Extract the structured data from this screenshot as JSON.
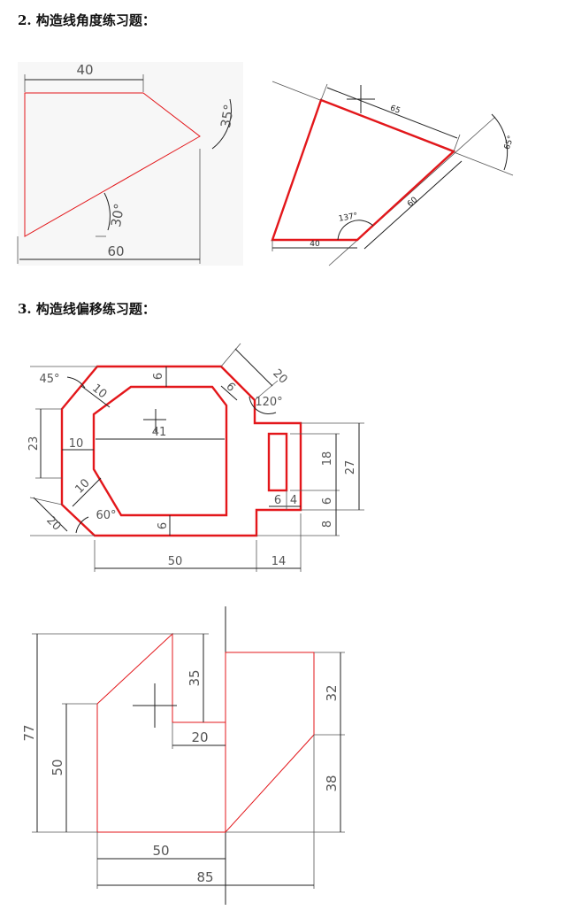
{
  "headings": {
    "section2": "2. 构造线角度练习题：",
    "section3": "3. 构造线偏移练习题："
  },
  "fig1": {
    "top": "40",
    "bottom": "60",
    "angle_right": "35°",
    "angle_inner": "30°"
  },
  "fig2": {
    "top": "65",
    "right": "60",
    "bottom": "40",
    "angle_left": "137°",
    "angle_right": "65°"
  },
  "fig3": {
    "d6_top": "6",
    "d10_a": "10",
    "d20_tr": "20",
    "d6_tr": "6",
    "a120": "120°",
    "a45": "45°",
    "d23": "23",
    "d10_mid": "10",
    "d41": "41",
    "d10_b": "10",
    "d20_bl": "20",
    "a60": "60°",
    "d6_bot": "6",
    "d18": "18",
    "d27": "27",
    "d6_slot": "6",
    "d4_slot": "4",
    "d6_right": "6",
    "d8": "8",
    "d50": "50",
    "d14": "14"
  },
  "fig4": {
    "d77": "77",
    "d50_v": "50",
    "d35": "35",
    "d20": "20",
    "d32": "32",
    "d38": "38",
    "d50_h": "50",
    "d85": "85"
  }
}
